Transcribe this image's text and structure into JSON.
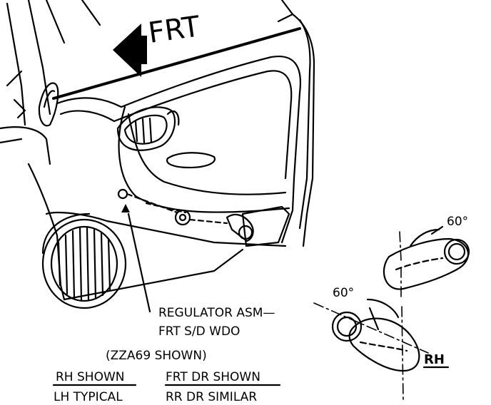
{
  "direction_label": "FRT",
  "callout": {
    "line1": "REGULATOR ASM—",
    "line2": "FRT S/D WDO"
  },
  "model_note": "(ZZA69 SHOWN)",
  "notes": [
    {
      "top": "RH SHOWN",
      "bottom": "LH TYPICAL"
    },
    {
      "top": "FRT DR SHOWN",
      "bottom": "RR DR SIMILAR"
    }
  ],
  "detail": {
    "angle_upper": "60°",
    "angle_lower": "60°",
    "side_label": "RH"
  }
}
